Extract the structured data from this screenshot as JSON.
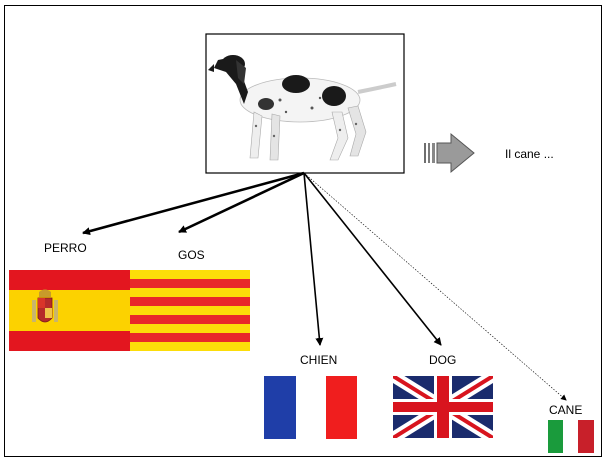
{
  "center_image": {
    "subject": "dog",
    "icon": "pointer-dog-illustration"
  },
  "arrow_caption": "Il cane ...",
  "languages": [
    {
      "word": "PERRO",
      "flag": "spain-flag"
    },
    {
      "word": "GOS",
      "flag": "catalonia-flag"
    },
    {
      "word": "CHIEN",
      "flag": "france-flag"
    },
    {
      "word": "DOG",
      "flag": "uk-flag"
    },
    {
      "word": "CANE",
      "flag": "italy-flag"
    }
  ],
  "colors": {
    "spain_red": "#e3161f",
    "spain_yellow": "#fcd200",
    "catalonia_red": "#e8282a",
    "catalonia_yellow": "#fcdd09",
    "france_blue": "#1f3ea8",
    "france_red": "#f01e1e",
    "uk_blue": "#1a2b6d",
    "uk_red": "#d8141e",
    "italy_green": "#1a9b3c",
    "italy_red": "#c8202a",
    "arrow_gray": "#9a9a9a"
  }
}
